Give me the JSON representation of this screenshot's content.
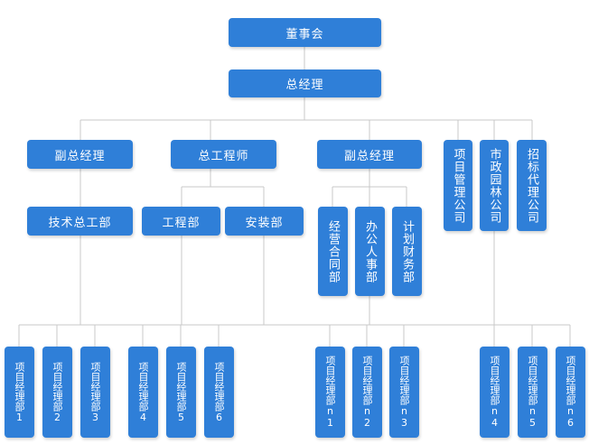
{
  "colors": {
    "box": "#2f7fd8",
    "text": "#ffffff",
    "line": "#c9c9c9"
  },
  "chart": {
    "board": "董事会",
    "gm": "总经理",
    "vgm_left": "副总经理",
    "chief_engineer": "总工程师",
    "vgm_right": "副总经理",
    "pm_company": "项目管理公司",
    "municipal_garden": "市政园林公司",
    "bidding_agency": "招标代理公司",
    "tech_dept": "技术总工部",
    "engineering_dept": "工程部",
    "install_dept": "安装部",
    "contract_dept": "经营合同部",
    "office_hr": "办公人事部",
    "finance_dept": "计划财务部",
    "projects": [
      "项目经理部1",
      "项目经理部2",
      "项目经理部3",
      "项目经理部4",
      "项目经理部5",
      "项目经理部6",
      "项目经理部n1",
      "项目经理部n2",
      "项目经理部n3",
      "项目经理部n4",
      "项目经理部n5",
      "项目经理部n6"
    ]
  }
}
